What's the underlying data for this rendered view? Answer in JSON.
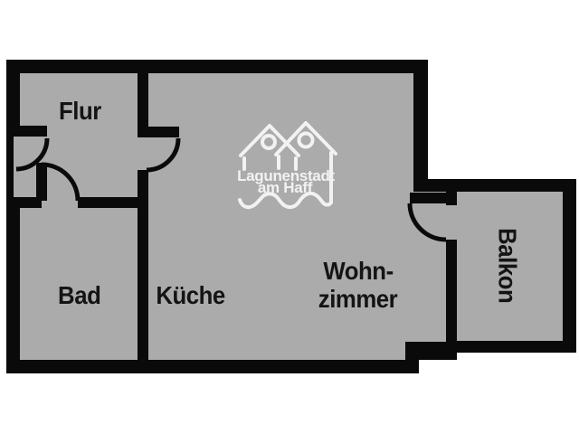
{
  "colors": {
    "background": "#ffffff",
    "wall": "#0a0a0a",
    "floor": "#ababab",
    "label": "#141414",
    "logo": "#f2f2f2"
  },
  "rooms": {
    "flur": {
      "label": "Flur"
    },
    "bad": {
      "label": "Bad"
    },
    "kueche": {
      "label": "Küche"
    },
    "wohnzimmer": {
      "label_line1": "Wohn-",
      "label_line2": "zimmer"
    },
    "balkon": {
      "label": "Balkon"
    }
  },
  "logo": {
    "icon": "two-houses-with-waves-icon",
    "line1": "Lagunenstadt",
    "line2": "am Haff"
  }
}
